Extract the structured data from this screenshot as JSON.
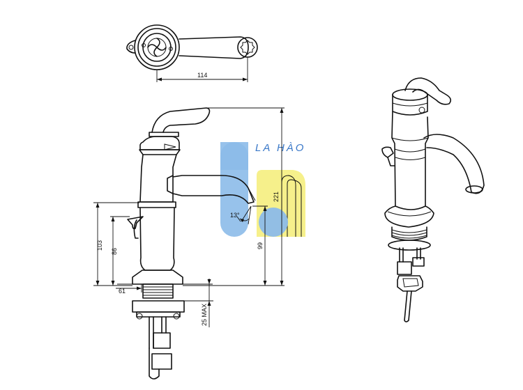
{
  "drawing": {
    "dimensions": {
      "top_width": "114",
      "total_height": "221",
      "spout_height": "99",
      "body_height": "103",
      "handle_height": "86",
      "base_width": "61",
      "deck_max": "25 MAX",
      "spout_angle": "13°"
    }
  },
  "watermark": {
    "text": "LA HÀO",
    "colors": {
      "blue": "#8cbbe9",
      "yellow": "#f6f08b",
      "text": "#3a78c8"
    }
  }
}
